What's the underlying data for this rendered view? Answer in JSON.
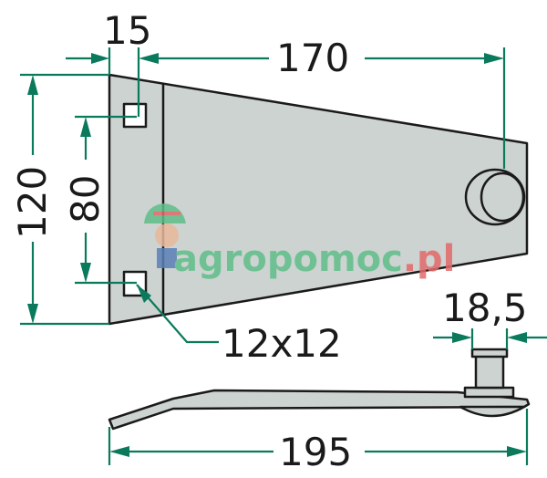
{
  "dimensions": {
    "hole_offset": "15",
    "bolt_distance": "170",
    "height": "120",
    "hole_spacing": "80",
    "hole_size": "12x12",
    "bolt_diameter": "18,5",
    "length": "195"
  },
  "watermark": {
    "text": "agropomoc",
    "suffix": ".pl",
    "color_main": "#5fbf8a",
    "color_suffix": "#e36a6a"
  },
  "colors": {
    "dimension_line": "#0b7a5c",
    "part_fill": "#cdd3d0",
    "outline": "#1a1a1a"
  }
}
